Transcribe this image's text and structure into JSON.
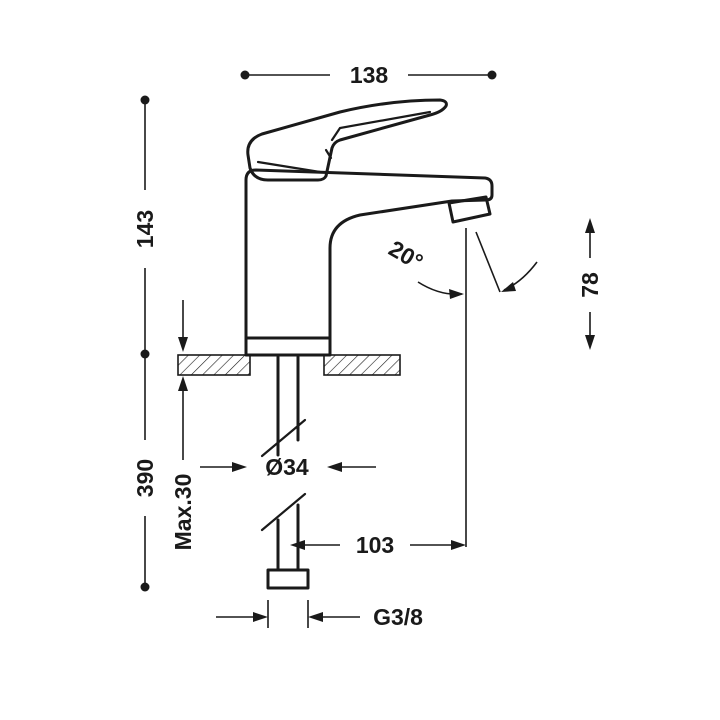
{
  "dimensions": {
    "width_top": "138",
    "height_body": "143",
    "height_spout": "78",
    "angle": "20°",
    "height_total": "390",
    "max_thickness": "Max.30",
    "diameter": "Ø34",
    "reach": "103",
    "thread": "G3/8"
  }
}
